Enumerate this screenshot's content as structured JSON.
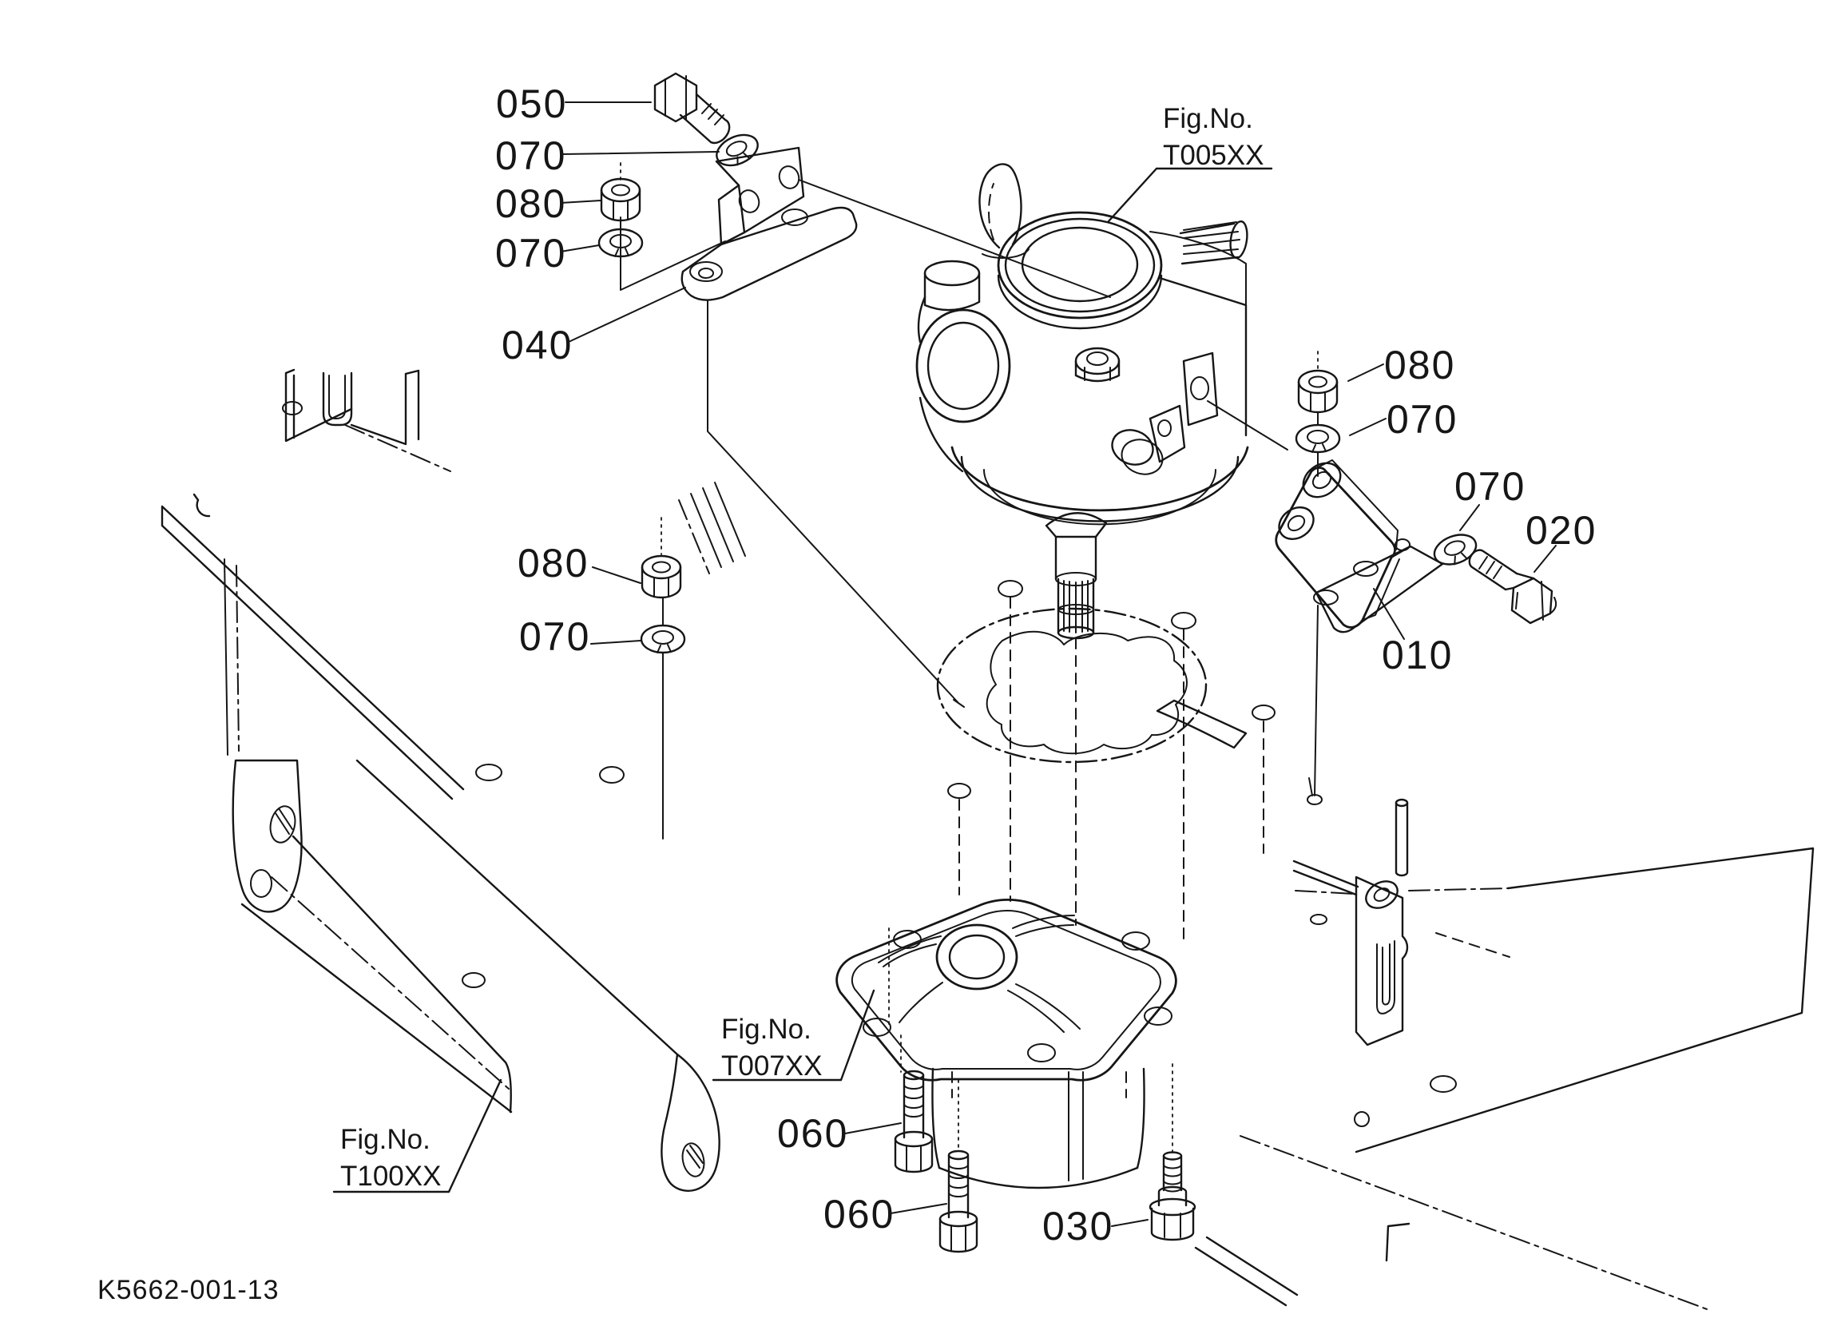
{
  "page": {
    "drawing_code": "K5662-001-13",
    "background_color": "#ffffff",
    "line_color": "#161616"
  },
  "figure_refs": {
    "pump": {
      "label": "Fig.No.",
      "number": "T005XX"
    },
    "cover": {
      "label": "Fig.No.",
      "number": "T007XX"
    },
    "frame": {
      "label": "Fig.No.",
      "number": "T100XX"
    }
  },
  "callouts": {
    "bolt_top": "050",
    "washer_top_1": "070",
    "nut_top": "080",
    "washer_top_2": "070",
    "bracket_left": "040",
    "nut_mid": "080",
    "washer_mid": "070",
    "nut_right": "080",
    "washer_right_1": "070",
    "washer_right_2": "070",
    "bolt_right": "020",
    "bracket_right": "010",
    "bolt_bottom_1": "060",
    "bolt_bottom_2": "060",
    "bolt_bottom_3": "030"
  }
}
